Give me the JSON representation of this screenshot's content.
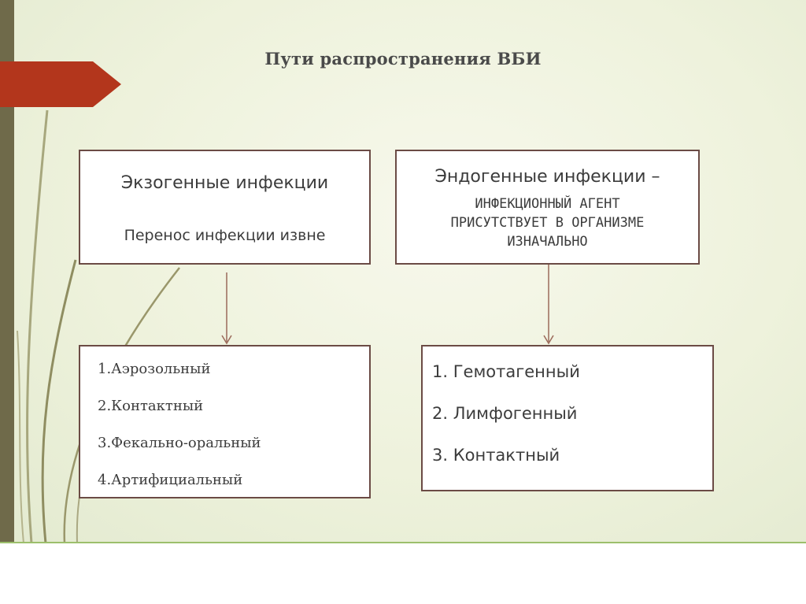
{
  "slide": {
    "title": "Пути распространения ВБИ",
    "colors": {
      "left_bar": "#6f6a4a",
      "accent_arrow": "#b3361c",
      "box_border": "#6b4b45",
      "connector": "#9b6a5a",
      "bottom_line": "#9cbf6c"
    }
  },
  "exogenous": {
    "title": "Экзогенные инфекции",
    "subtitle": "Перенос инфекции извне",
    "routes": [
      "1.Аэрозольный",
      "2.Контактный",
      "3.Фекально-оральный",
      "4.Артифициальный"
    ]
  },
  "endogenous": {
    "title": "Эндогенные инфекции –",
    "subtitle_lines": [
      "ИНФЕКЦИОННЫЙ АГЕНТ",
      "ПРИСУТСТВУЕТ В ОРГАНИЗМЕ",
      "ИЗНАЧАЛЬНО"
    ],
    "routes": [
      "1.  Гемотагенный",
      "2.  Лимфогенный",
      "3.  Контактный"
    ]
  }
}
